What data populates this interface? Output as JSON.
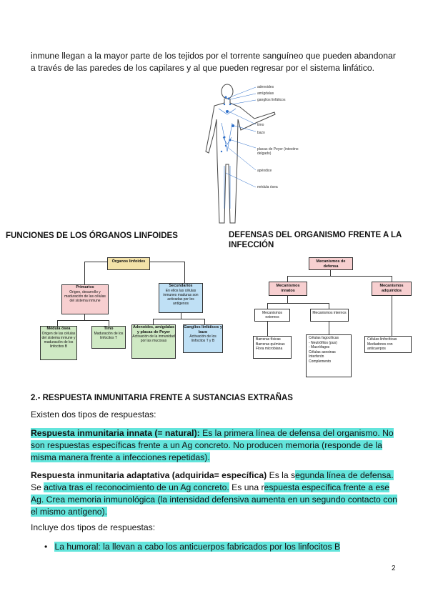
{
  "intro": {
    "line1": "inmune llegan a la mayor parte de los tejidos por el torrente sanguíneo que pueden abandonar",
    "line2": "a través de las paredes de los capilares y al que pueden regresar por el sistema linfático."
  },
  "figure": {
    "labels": [
      "adenoides",
      "amígdalas",
      "ganglios linfáticos",
      "timo",
      "bazo",
      "placas de Peyer (intestino delgado)",
      "apéndice",
      "médula ósea"
    ]
  },
  "headings": {
    "left": "FUNCIONES DE LOS ÓRGANOS LINFOIDES",
    "right_line1": "DEFENSAS DEL ORGANISMO FRENTE A LA",
    "right_line2": "INFECCIÓN"
  },
  "organos": {
    "root": "Órganos linfoides",
    "primarios": {
      "title": "Primarios",
      "text": "Origen, desarrollo y maduración de las células del sistema inmune"
    },
    "secundarios": {
      "title": "Secundarios",
      "text": "En ellos las células inmunes maduras son activadas por los antígenos"
    },
    "medula": {
      "title": "Médula ósea",
      "text": "Origen de las células del sistema inmune y maduración de los linfocitos B"
    },
    "timo": {
      "title": "Timo",
      "text": "Maduración de los linfocitos T"
    },
    "adenoides": {
      "title": "Adenoides, amígdalas y placas de Peyer",
      "text": "Activación de la inmunidad por las mucosas"
    },
    "ganglios": {
      "title": "Ganglios linfáticos y bazo",
      "text": "Activación de los linfocitos T y B"
    }
  },
  "defensas": {
    "root": "Mecanismos de defensa",
    "innatos": "Mecanismos innatos",
    "adquiridos": "Mecanismos adquiridos",
    "externos": "Mecanismos externos",
    "internos": "Mecanismos internos",
    "barreras": [
      "Barreras físicas",
      "Barreras químicas",
      "Flora microbiana"
    ],
    "internos_list": [
      "Células fagocíticas",
      "- Neutrófilos (pus)",
      "- Macrófagos",
      "Células asesinas",
      "Interferón",
      "Complemento"
    ],
    "adquiridos_list": [
      "Células linfocíticas",
      "Mediadores con anticuerpos"
    ]
  },
  "section": {
    "title": "2.- RESPUESTA INMUNITARIA FRENTE A SUSTANCIAS EXTRAÑAS",
    "intro": "Existen dos tipos de respuestas:",
    "innata_bold": "Respuesta inmunitaria innata (= natural):",
    "innata_rest1": " Es la primera línea de defensa del organismo. No",
    "innata_line2": "son respuestas específicas frente a un Ag concreto. No producen memoria (responde de la",
    "innata_line3": "misma manera frente a infecciones repetidas).",
    "adapt_bold": "Respuesta inmunitaria adaptativa (adquirida= específica)",
    "adapt_a": " Es la s",
    "adapt_b": "egunda línea de defensa.",
    "adapt_l2a": "Se ",
    "adapt_l2b": "activa tras el reconocimiento de un Ag concreto.",
    "adapt_l2c": " Es una r",
    "adapt_l2d": "espuesta específica frente a ese",
    "adapt_line3": "Ag. Crea memoria inmunológica (la intensidad defensiva aumenta en un segundo contacto con",
    "adapt_line4": "el mismo antígeno).",
    "incluye": "Incluye dos tipos de respuestas:",
    "bullet1": "La humoral: la llevan a cabo los anticuerpos fabricados por los linfocitos B"
  },
  "page_number": "2"
}
